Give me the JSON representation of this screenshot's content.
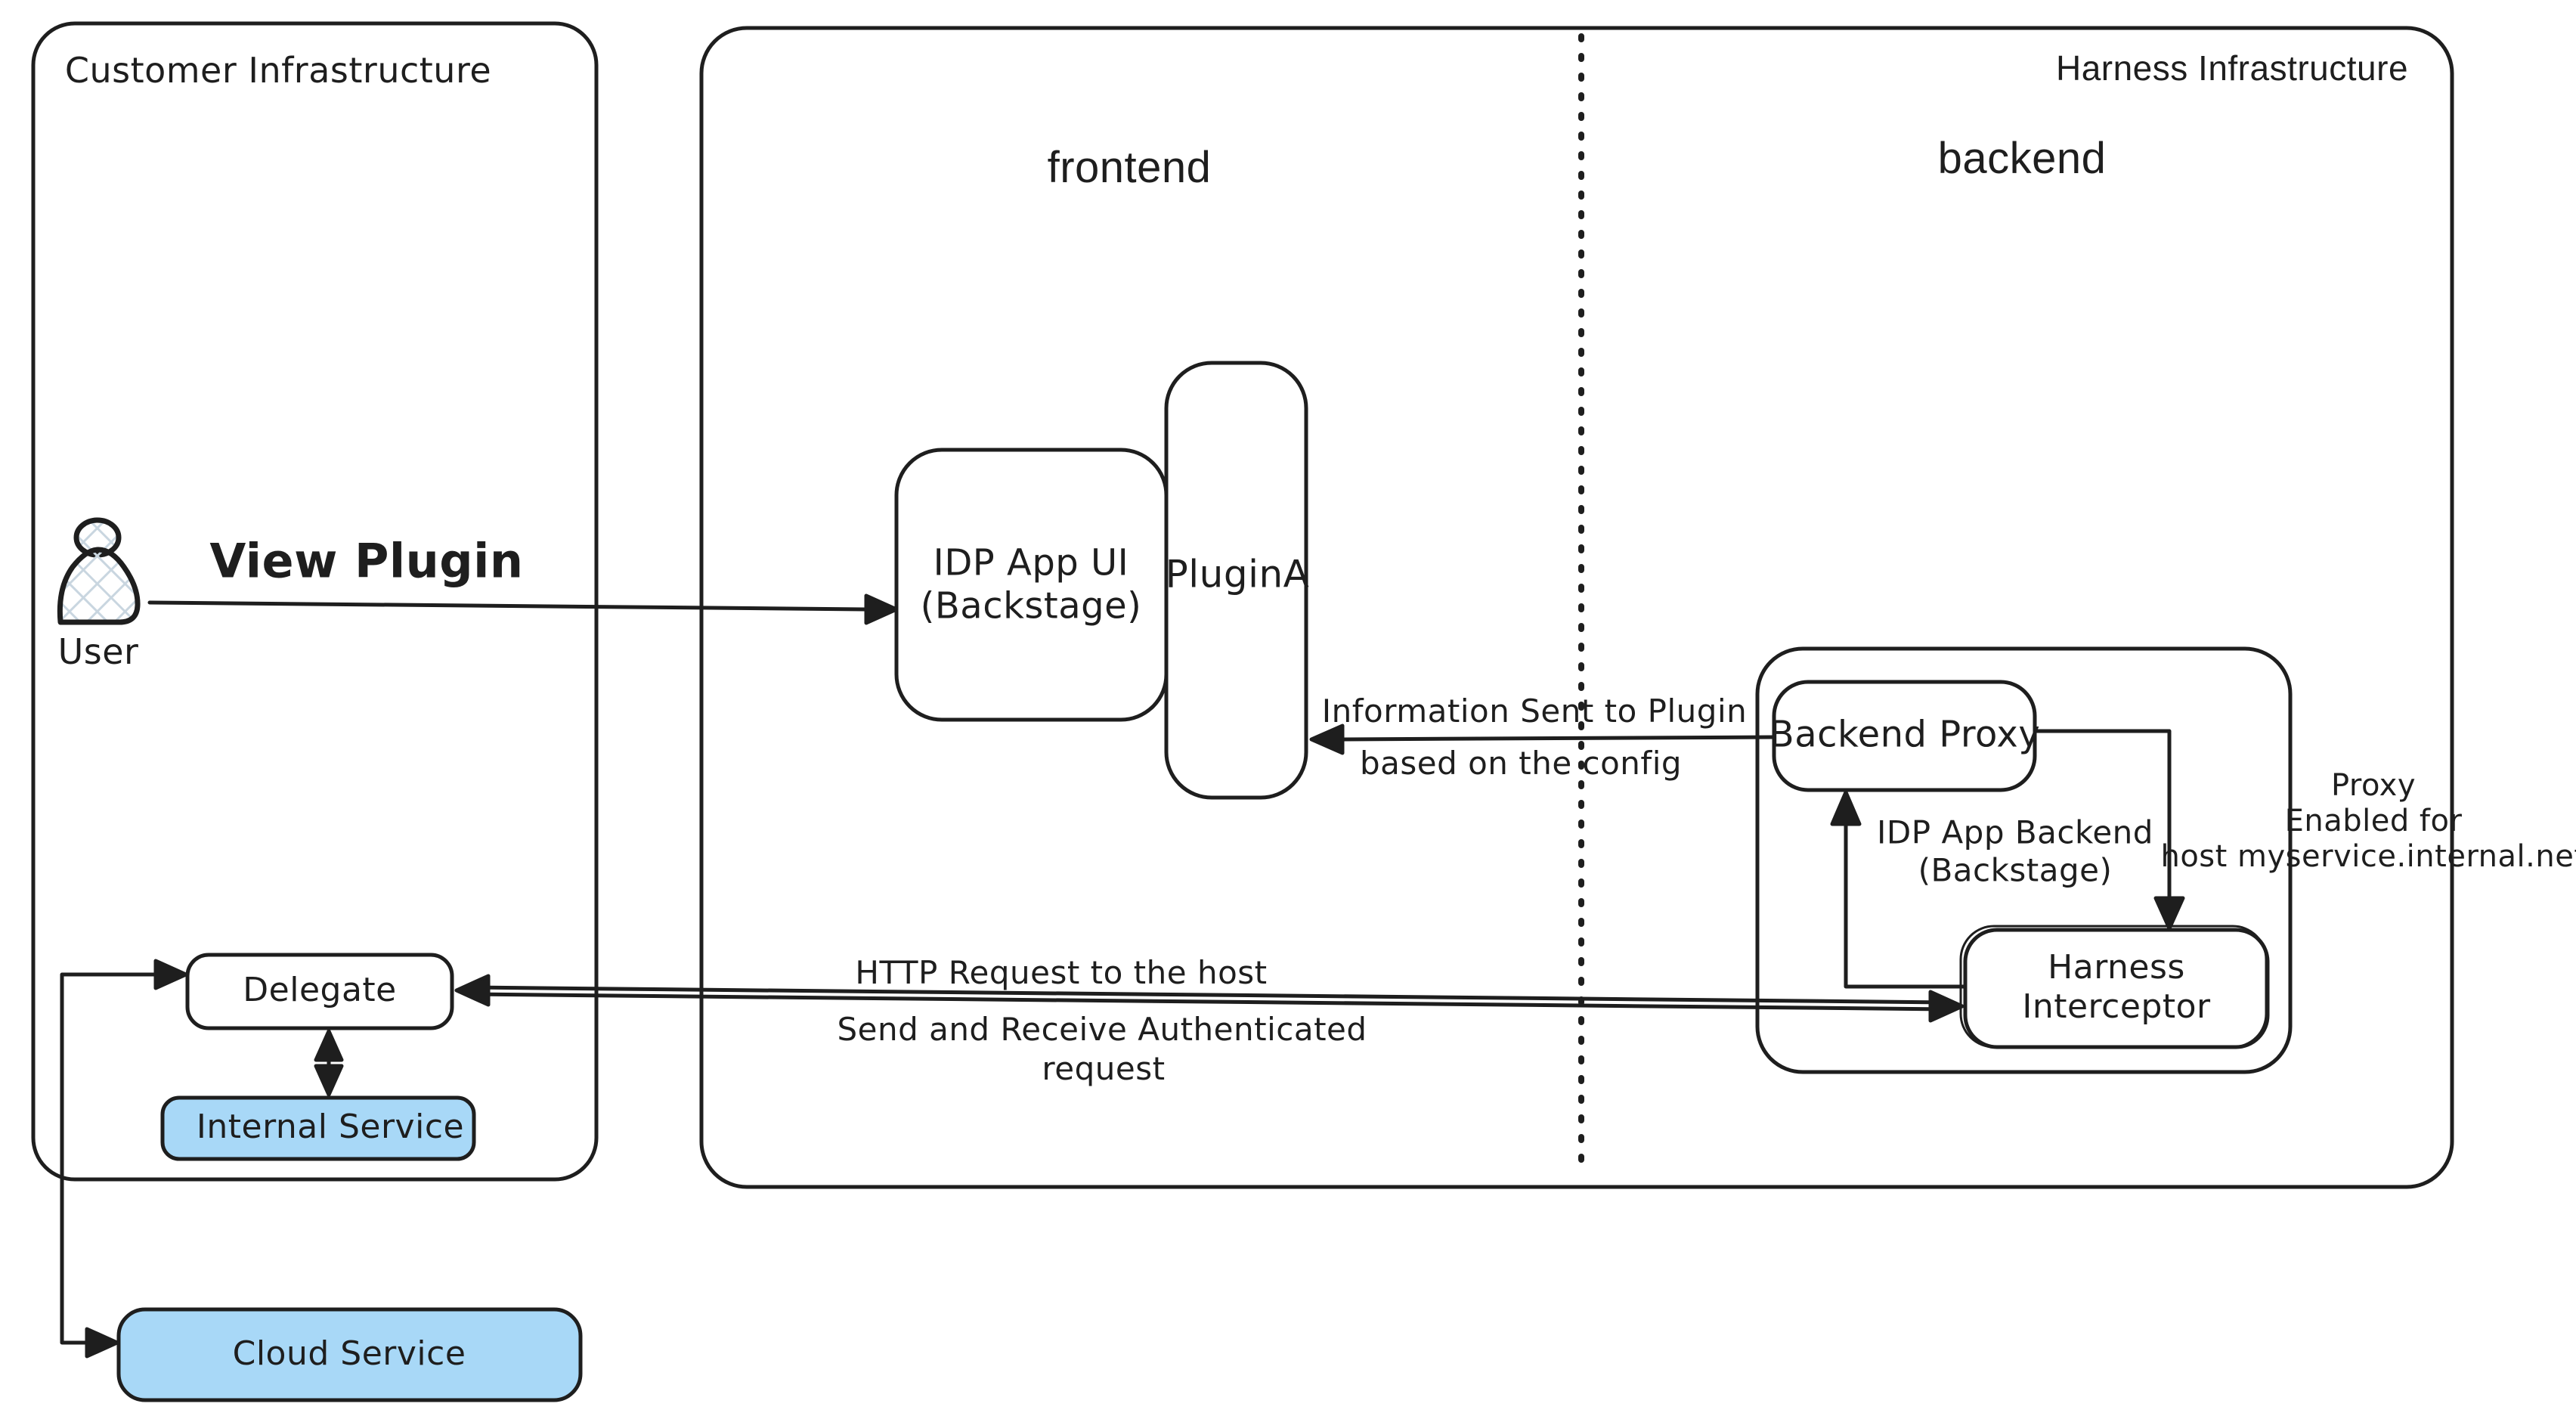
{
  "regions": {
    "customer": {
      "label": "Customer Infrastructure"
    },
    "harness": {
      "label": "Harness Infrastructure"
    },
    "frontend": {
      "label": "frontend"
    },
    "backend": {
      "label": "backend"
    }
  },
  "nodes": {
    "user": {
      "label": "User",
      "icon": "user-person-icon"
    },
    "idp_app_ui": {
      "line1": "IDP App UI",
      "line2": "(Backstage)"
    },
    "plugin_a": {
      "label": "PluginA"
    },
    "backend_proxy": {
      "label": "Backend Proxy"
    },
    "idp_app_backend": {
      "line1": "IDP App Backend",
      "line2": "(Backstage)"
    },
    "harness_interceptor": {
      "line1": "Harness",
      "line2": "Interceptor"
    },
    "delegate": {
      "label": "Delegate"
    },
    "internal_service": {
      "label": "Internal Service"
    },
    "cloud_service": {
      "label": "Cloud Service"
    }
  },
  "edges": {
    "view_plugin": {
      "label": "View Plugin"
    },
    "info_sent": {
      "line1": "Information Sent to Plugin",
      "line2": "based on the config"
    },
    "http_request": {
      "line1": "HTTP Request to the host",
      "line2": "Send and Receive Authenticated",
      "line3": "request"
    },
    "proxy_enabled": {
      "line1": "Proxy",
      "line2": "Enabled for",
      "line3": "host myservice.internal.net"
    }
  },
  "colors": {
    "stroke": "#1e1e1e",
    "service_fill": "#a8d8f7",
    "hatch_lines": "#c9d6e0",
    "background": "#ffffff"
  }
}
